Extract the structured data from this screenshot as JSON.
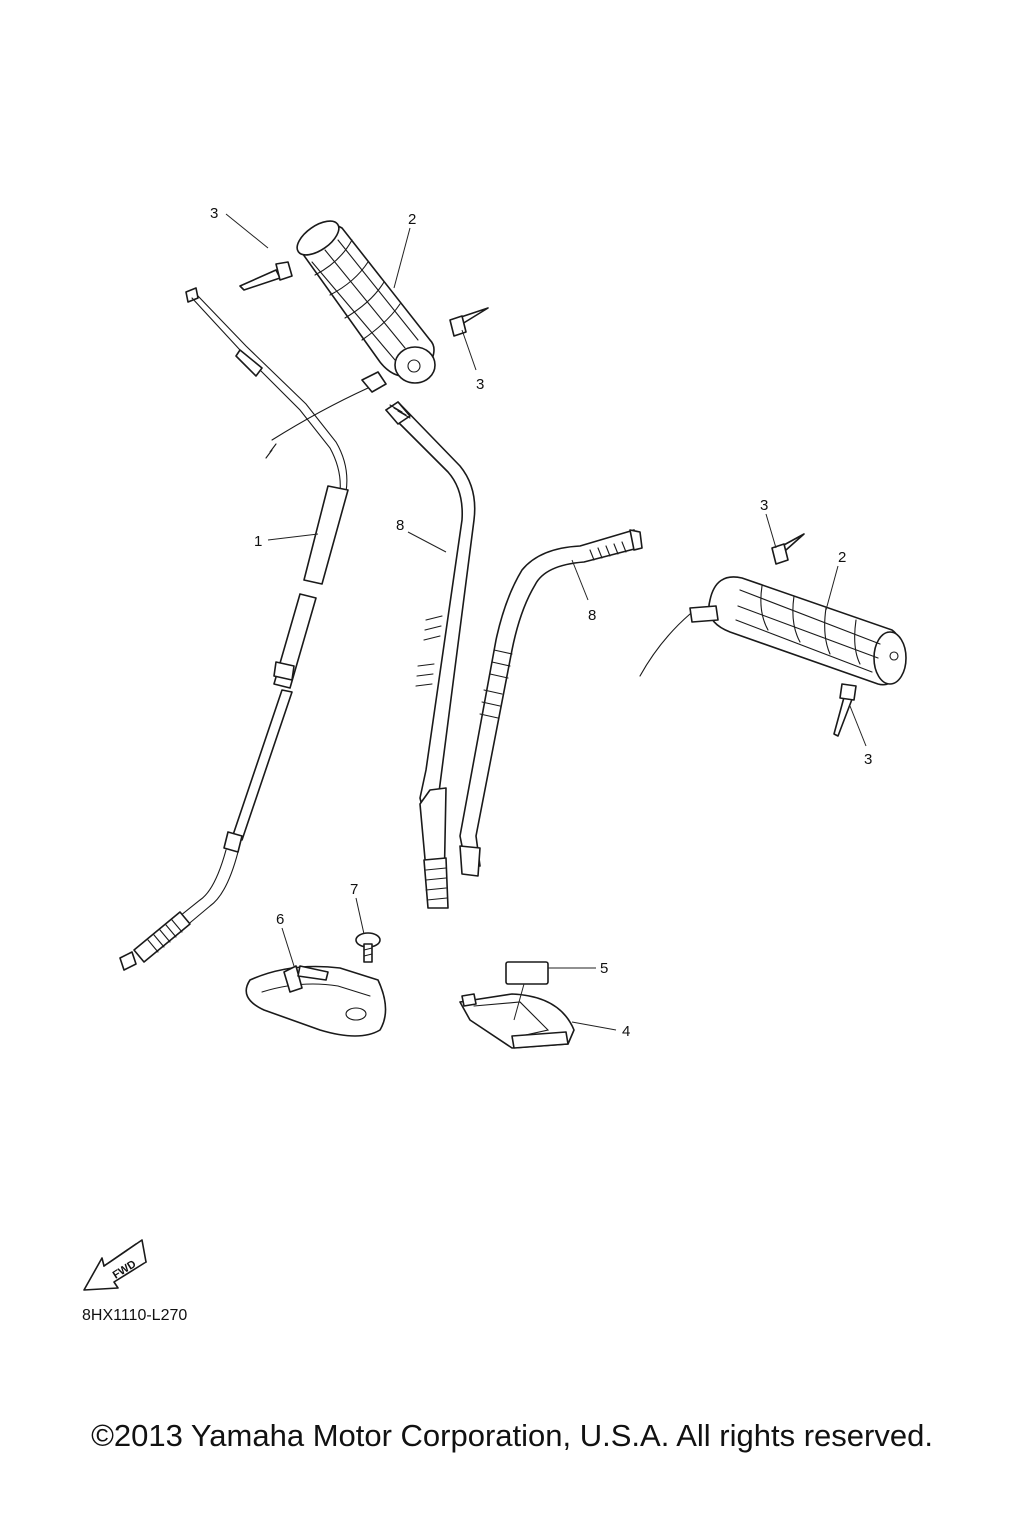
{
  "callouts": {
    "c3a": "3",
    "c2a": "2",
    "c3b": "3",
    "c1": "1",
    "c8a": "8",
    "c8b": "8",
    "c3c": "3",
    "c2b": "2",
    "c3d": "3",
    "c7": "7",
    "c6": "6",
    "c5": "5",
    "c4": "4"
  },
  "fwd_label": "FWD",
  "diagram_code": "8HX1110-L270",
  "copyright": "©2013 Yamaha Motor Corporation, U.S.A. All rights reserved."
}
